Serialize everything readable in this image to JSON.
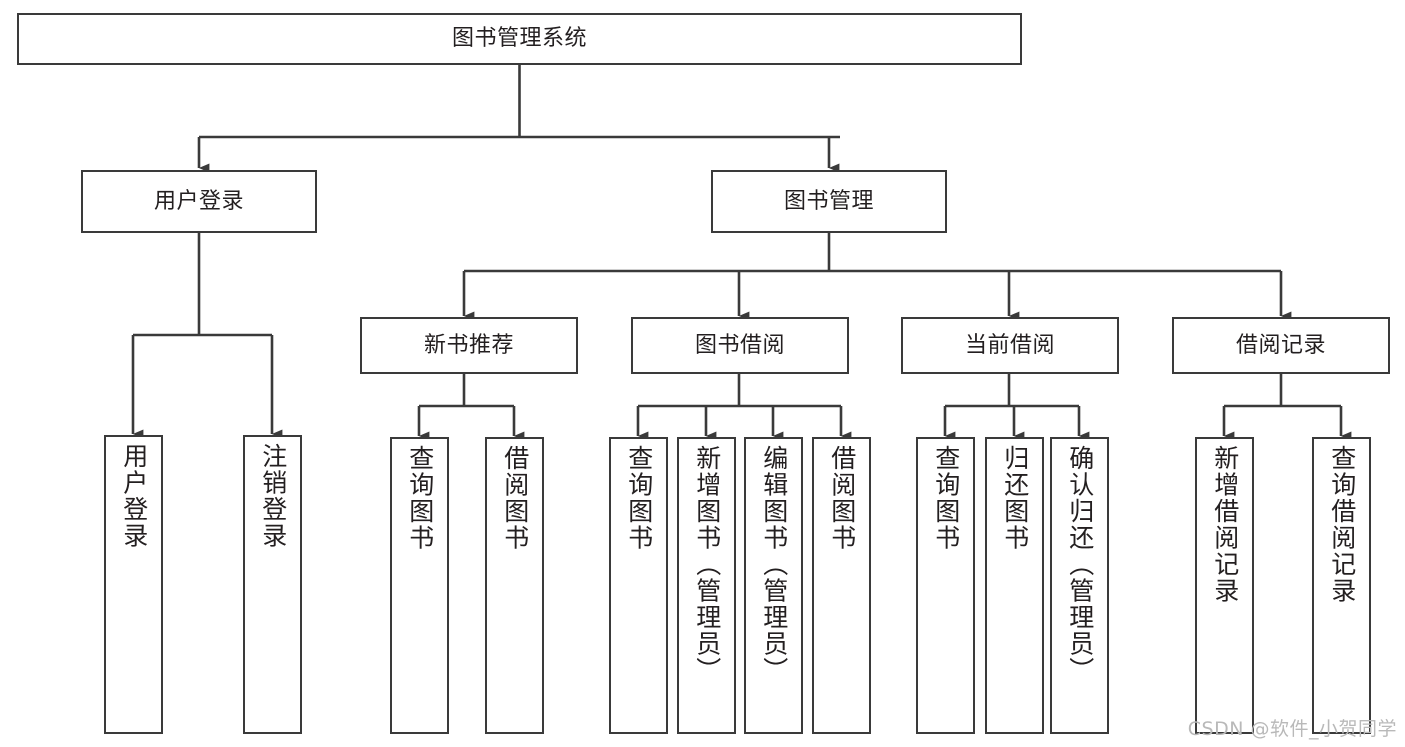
{
  "diagram": {
    "title": "图书管理系统",
    "type": "tree",
    "colors": {
      "stroke": "#3a3a3a",
      "fill": "#ffffff",
      "text": "#231f20",
      "watermark": "#b9b9b9"
    },
    "root": {
      "label": "图书管理系统"
    },
    "level2": [
      {
        "label": "用户登录"
      },
      {
        "label": "图书管理"
      }
    ],
    "level3": [
      {
        "label": "新书推荐"
      },
      {
        "label": "图书借阅"
      },
      {
        "label": "当前借阅"
      },
      {
        "label": "借阅记录"
      }
    ],
    "leaves": {
      "user_login": [
        {
          "label": "用户登录"
        },
        {
          "label": "注销登录"
        }
      ],
      "new_book_recommend": [
        {
          "label": "查询图书"
        },
        {
          "label": "借阅图书"
        }
      ],
      "book_borrow": [
        {
          "label": "查询图书"
        },
        {
          "label": "新增图书（管理员）"
        },
        {
          "label": "编辑图书（管理员）"
        },
        {
          "label": "借阅图书"
        }
      ],
      "current_borrow": [
        {
          "label": "查询图书"
        },
        {
          "label": "归还图书"
        },
        {
          "label": "确认归还（管理员）"
        }
      ],
      "borrow_record": [
        {
          "label": "新增借阅记录"
        },
        {
          "label": "查询借阅记录"
        }
      ]
    }
  },
  "watermark": {
    "text": "CSDN @软件_小贺同学"
  }
}
